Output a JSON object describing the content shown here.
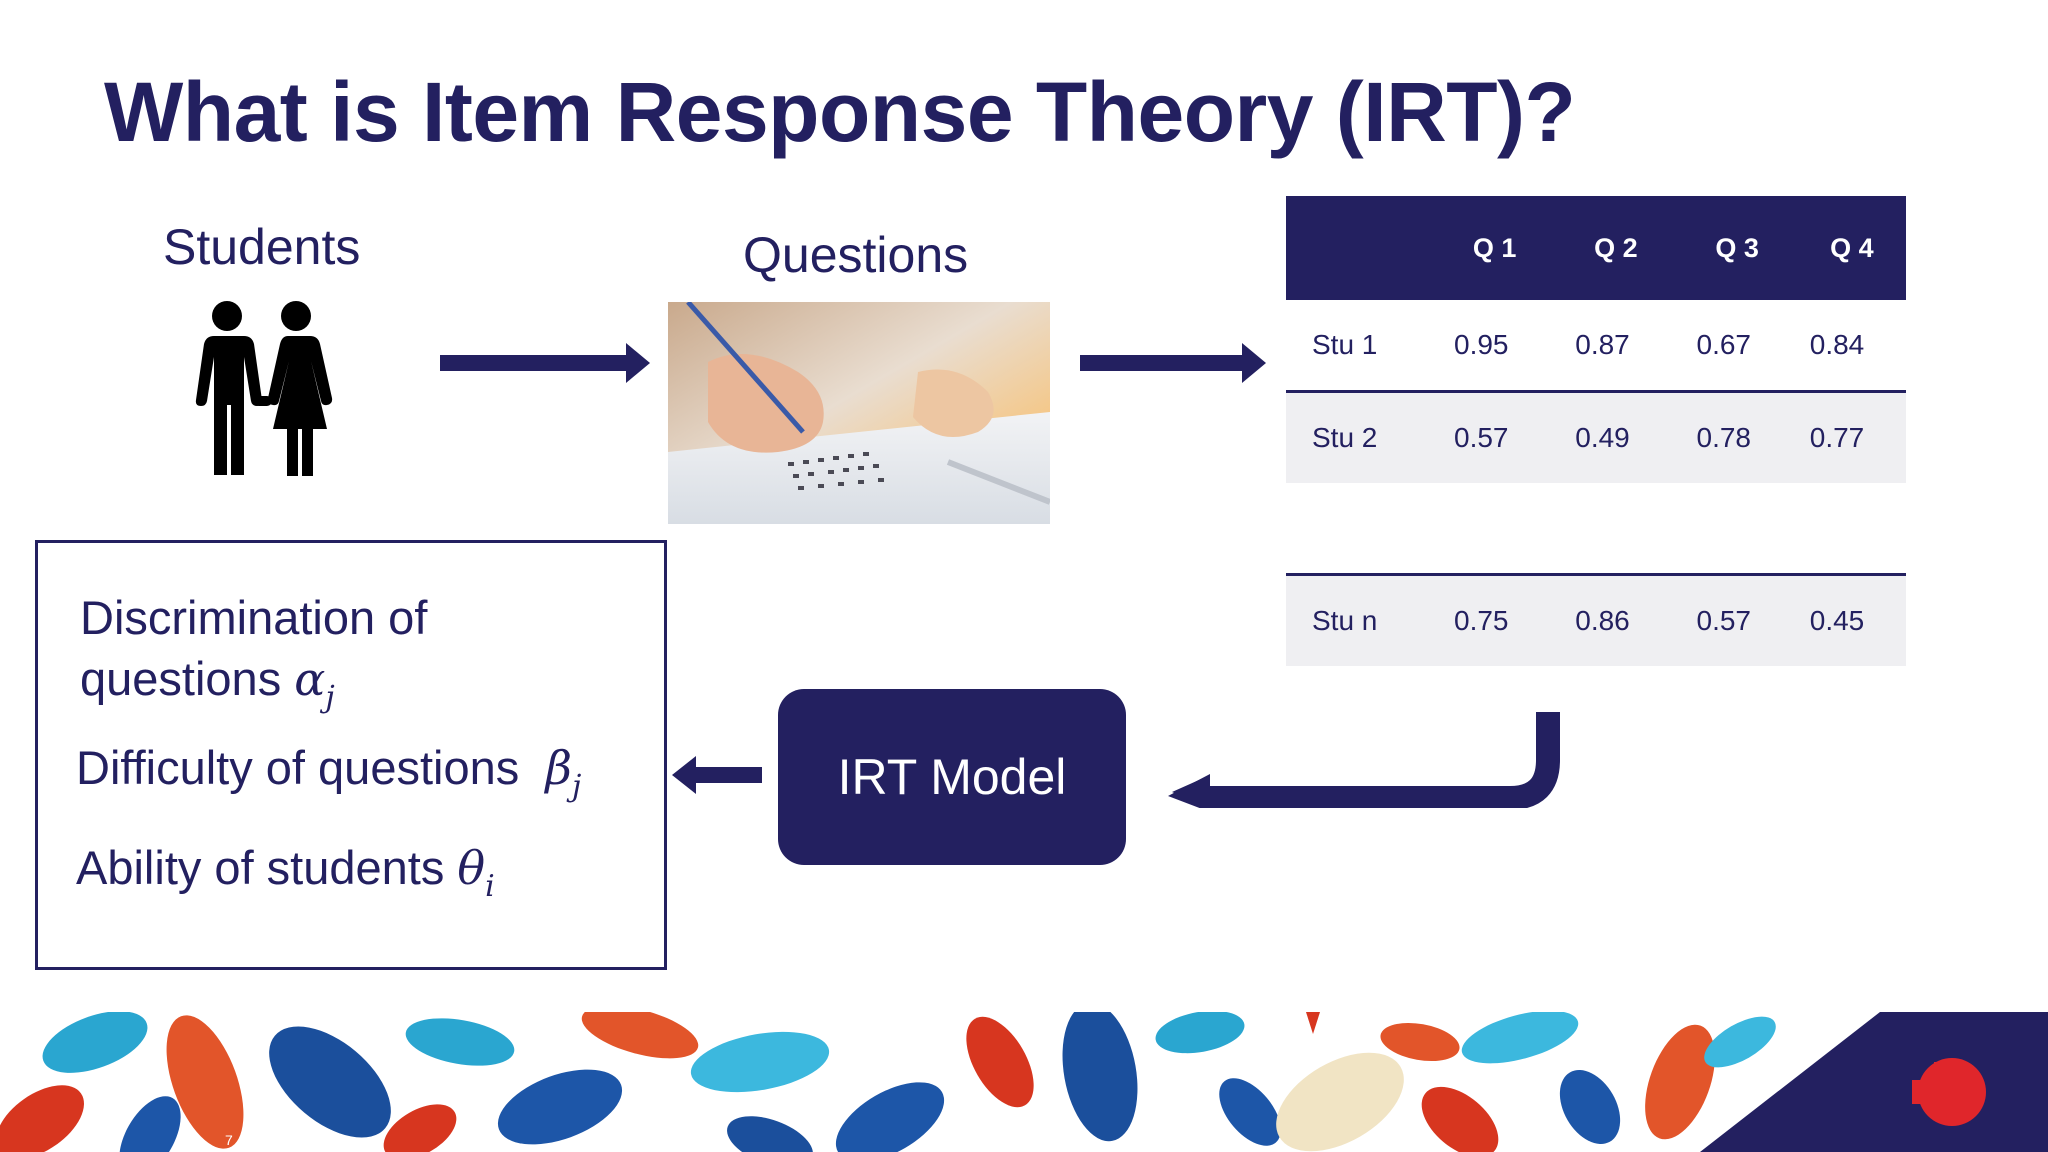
{
  "slide": {
    "title": "What is Item Response Theory (IRT)?",
    "slide_number": "7"
  },
  "students": {
    "label": "Students",
    "icon": "students-couple-icon"
  },
  "questions": {
    "label": "Questions",
    "image": "student-writing-exam-photo"
  },
  "table": {
    "headers": [
      "",
      "Q 1",
      "Q 2",
      "Q 3",
      "Q 4"
    ],
    "rows": [
      {
        "name": "Stu 1",
        "values": [
          "0.95",
          "0.87",
          "0.67",
          "0.84"
        ]
      },
      {
        "name": "Stu 2",
        "values": [
          "0.57",
          "0.49",
          "0.78",
          "0.77"
        ]
      },
      {
        "name": "Stu n",
        "values": [
          "0.75",
          "0.86",
          "0.57",
          "0.45"
        ]
      }
    ]
  },
  "model": {
    "label": "IRT Model"
  },
  "parameters": {
    "discrimination_line1": "Discrimination of",
    "discrimination_line2": "questions",
    "discrimination_symbol": "α",
    "discrimination_sub": "j",
    "difficulty": "Difficulty of questions",
    "difficulty_symbol": "β",
    "difficulty_sub": "j",
    "ability": "Ability of students",
    "ability_symbol": "θ",
    "ability_sub": "i"
  },
  "colors": {
    "navy": "#232060",
    "row_gray": "#efeff2",
    "accent_red": "#e0262b"
  }
}
